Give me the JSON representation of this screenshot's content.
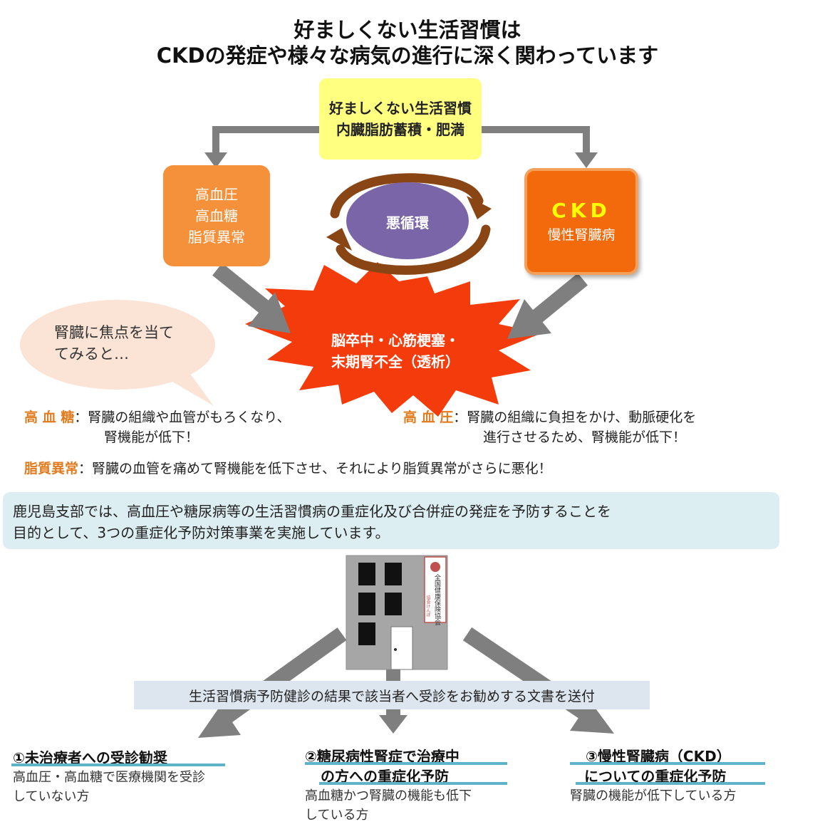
{
  "title": {
    "line1": "好ましくない生活習慣は",
    "line2": "CKDの発症や様々な病気の進行に深く関わっています"
  },
  "top_box": {
    "line1": "好ましくない生活習慣",
    "line2": "内臓脂肪蓄積・肥満",
    "color": "#ffff80"
  },
  "left_box": {
    "line1": "高血圧",
    "line2": "高血糖",
    "line3": "脂質異常",
    "color": "#f4913a"
  },
  "right_box": {
    "title": "CKD",
    "subtitle": "慢性腎臓病",
    "color": "#f26a0c"
  },
  "cycle": {
    "label": "悪循環",
    "color": "#7a65a8"
  },
  "burst": {
    "line1": "脳卒中・心筋梗塞・",
    "line2": "末期腎不全（透析）",
    "color": "#f43b0c"
  },
  "speech": {
    "line1": "腎臓に焦点を当て",
    "line2": "てみると…"
  },
  "explanations": {
    "glucose": {
      "label": "高 血 糖",
      "text1": "：腎臓の組織や血管がもろくなり、",
      "text2": "腎機能が低下！"
    },
    "pressure": {
      "label": "高 血 圧",
      "text1": "：腎臓の組織に負担をかけ、動脈硬化を",
      "text2": "進行させるため、腎機能が低下！"
    },
    "lipid": {
      "label": "脂質異常",
      "text1": "：腎臓の血管を痛めて腎機能を低下させ、それにより脂質異常がさらに悪化！"
    }
  },
  "branch_info": {
    "line1": "鹿児島支部では、高血圧や糖尿病等の生活習慣病の重症化及び合併症の発症を予防することを",
    "line2": "目的として、3つの重症化予防対策事業を実施しています。"
  },
  "building": {
    "sign": "全国健康保険協会",
    "sign_sub": "協会けんぽ"
  },
  "send_note": "生活習慣病予防健診の結果で該当者へ受診をお勧めする文書を送付",
  "programs": [
    {
      "title1": "①未治療者への受診勧奨",
      "title2": "",
      "desc1": "高血圧・高血糖で医療機関を受診",
      "desc2": "していない方"
    },
    {
      "title1": "②糖尿病性腎症で治療中",
      "title2": "の方への重症化予防",
      "desc1": "高血糖かつ腎臓の機能も低下",
      "desc2": "している方"
    },
    {
      "title1": "③慢性腎臓病（CKD）",
      "title2": "についての重症化予防",
      "desc1": "腎臓の機能が低下している方",
      "desc2": ""
    }
  ]
}
